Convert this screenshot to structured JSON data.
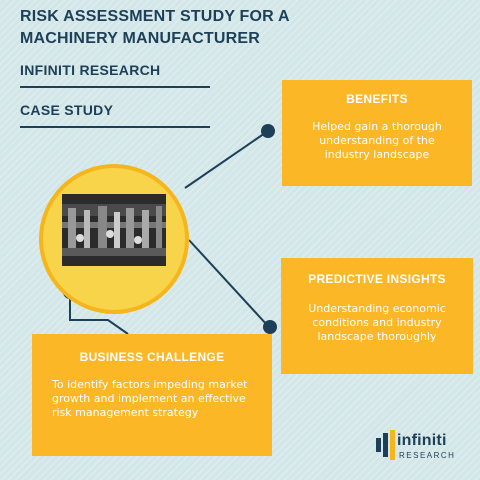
{
  "header": {
    "title": "RISK ASSESSMENT STUDY FOR A MACHINERY MANUFACTURER",
    "company": "INFINITI RESEARCH",
    "type": "CASE STUDY"
  },
  "benefits": {
    "heading": "BENEFITS",
    "text": "Helped gain a thorough understanding of the industry landscape"
  },
  "predictive": {
    "heading": "PREDICTIVE INSIGHTS",
    "text": "Understanding economic conditions and industry landscape thoroughly"
  },
  "challenge": {
    "heading": "BUSINESS CHALLENGE",
    "text": "To identify factors impeding market growth and implement an effective risk management strategy"
  },
  "logo": {
    "name": "infiniti",
    "sub": "RESEARCH"
  },
  "colors": {
    "accent": "#fbb726",
    "navy": "#1d3f58",
    "background": "#d3e6e8"
  }
}
